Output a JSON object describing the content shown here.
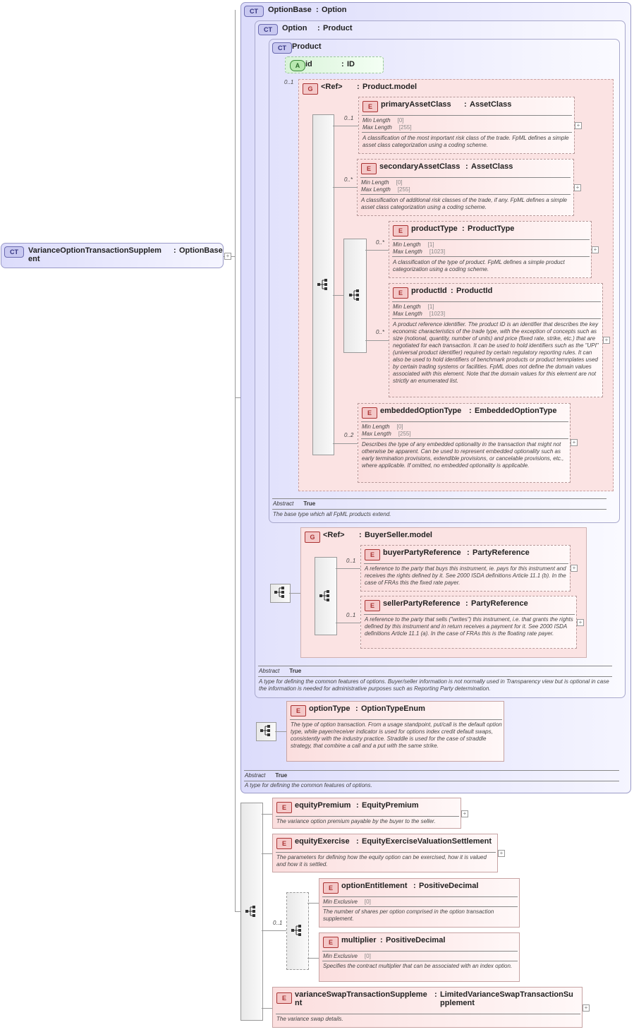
{
  "root": {
    "badge": "CT",
    "name": "VarianceOptionTransactionSupplem\nent",
    "sep": ":",
    "type": "OptionBase"
  },
  "optionBase": {
    "badge": "CT",
    "name": "OptionBase",
    "sep": ":",
    "type": "Option",
    "abstract_label": "Abstract",
    "abstract_value": "True",
    "doc": "A type for defining the common features of options."
  },
  "option": {
    "badge": "CT",
    "name": "Option",
    "sep": ":",
    "type": "Product",
    "abstract_label": "Abstract",
    "abstract_value": "True",
    "doc": "A type for defining the common features of options. Buyer/seller information is not normally used in Transparency view but is optional in case the information is needed for administrative purposes such as Reporting Party determination."
  },
  "product": {
    "badge": "CT",
    "name": "Product",
    "abstract_label": "Abstract",
    "abstract_value": "True",
    "doc": "The base type which all FpML products extend."
  },
  "idAttr": {
    "badge": "A",
    "name": "id",
    "sep": ":",
    "type": "ID"
  },
  "productModel": {
    "badge": "G",
    "name": "<Ref>",
    "sep": ":",
    "type": "Product.model",
    "card": "0..1"
  },
  "primaryAssetClass": {
    "badge": "E",
    "name": "primaryAssetClass",
    "sep": ":",
    "type": "AssetClass",
    "card": "0..1",
    "facet1_label": "Min Length",
    "facet1_value": "[0]",
    "facet2_label": "Max Length",
    "facet2_value": "[255]",
    "doc": "A classification of the most important risk class of the trade. FpML defines a simple asset class categorization using a coding scheme."
  },
  "secondaryAssetClass": {
    "badge": "E",
    "name": "secondaryAssetClass",
    "sep": ":",
    "type": "AssetClass",
    "card": "0..*",
    "facet1_label": "Min Length",
    "facet1_value": "[0]",
    "facet2_label": "Max Length",
    "facet2_value": "[255]",
    "doc": "A classification of additional risk classes of the trade, if any. FpML defines a simple asset class categorization using a coding scheme."
  },
  "productType": {
    "badge": "E",
    "name": "productType",
    "sep": ":",
    "type": "ProductType",
    "card": "0..*",
    "facet1_label": "Min Length",
    "facet1_value": "[1]",
    "facet2_label": "Max Length",
    "facet2_value": "[1023]",
    "doc": "A classification of the type of product. FpML defines a simple product categorization using a coding scheme."
  },
  "productId": {
    "badge": "E",
    "name": "productId",
    "sep": ":",
    "type": "ProductId",
    "card": "0..*",
    "facet1_label": "Min Length",
    "facet1_value": "[1]",
    "facet2_label": "Max Length",
    "facet2_value": "[1023]",
    "doc": "A product reference identifier. The product ID is an identifier that describes the key economic characteristics of the trade type, with the exception of concepts such as size (notional, quantity, number of units) and price (fixed rate, strike, etc.) that are negotiated for each transaction. It can be used to hold identifiers such as the \"UPI\" (universal product identifier) required by certain regulatory reporting rules. It can also be used to hold identifiers of benchmark products or product temnplates used by certain trading systems or facilities. FpML does not define the domain values associated with this element. Note that the domain values for this element are not strictly an enumerated list."
  },
  "embeddedOptionType": {
    "badge": "E",
    "name": "embeddedOptionType",
    "sep": ":",
    "type": "EmbeddedOptionType",
    "card": "0..2",
    "facet1_label": "Min Length",
    "facet1_value": "[0]",
    "facet2_label": "Max Length",
    "facet2_value": "[255]",
    "doc": "Describes the type of any embedded optionality in the transaction that might not otherwise be apparent. Can be used to represent embedded optionality such as early termination provisions, extendible provisions, or cancelable provisions, etc., where applicable. If omitted, no embedded optionality is applicable."
  },
  "buyerSellerModel": {
    "badge": "G",
    "name": "<Ref>",
    "sep": ":",
    "type": "BuyerSeller.model"
  },
  "buyerPartyReference": {
    "badge": "E",
    "name": "buyerPartyReference",
    "sep": ":",
    "type": "PartyReference",
    "card": "0..1",
    "doc": "A reference to the party that buys this instrument, ie. pays for this instrument and receives the rights defined by it. See 2000 ISDA definitions Article 11.1 (b). In the case of FRAs this the fixed rate payer."
  },
  "sellerPartyReference": {
    "badge": "E",
    "name": "sellerPartyReference",
    "sep": ":",
    "type": "PartyReference",
    "card": "0..1",
    "doc": "A reference to the party that sells (\"writes\") this instrument, i.e. that grants the rights defined by this instrument and in return receives a payment for it. See 2000 ISDA definitions Article 11.1 (a). In the case of FRAs this is the floating rate payer."
  },
  "optionType": {
    "badge": "E",
    "name": "optionType",
    "sep": ":",
    "type": "OptionTypeEnum",
    "doc": "The type of option transaction. From a usage standpoint, put/call is the default option type, while payer/receiver indicator is used for options index credit default swaps, consistently with the industry practice. Straddle is used for the case of straddle strategy, that combine a call and a put with the same strike."
  },
  "equityPremium": {
    "badge": "E",
    "name": "equityPremium",
    "sep": ":",
    "type": "EquityPremium",
    "doc": "The variance option premium payable by the buyer to the seller."
  },
  "equityExercise": {
    "badge": "E",
    "name": "equityExercise",
    "sep": ":",
    "type": "EquityExerciseValuationSettlement",
    "doc": "The parameters for defining how the equity option can be exercised, how it is valued and how it is settled."
  },
  "choiceCard": "0..1",
  "optionEntitlement": {
    "badge": "E",
    "name": "optionEntitlement",
    "sep": ":",
    "type": "PositiveDecimal",
    "facet1_label": "Min Exclusive",
    "facet1_value": "[0]",
    "doc": "The number of shares per option comprised in the option transaction supplement."
  },
  "multiplier": {
    "badge": "E",
    "name": "multiplier",
    "sep": ":",
    "type": "PositiveDecimal",
    "facet1_label": "Min Exclusive",
    "facet1_value": "[0]",
    "doc": "Specifies the contract multiplier that can be associated with an index option."
  },
  "varianceSwapTransactionSupplement": {
    "badge": "E",
    "name": "varianceSwapTransactionSuppleme\nnt",
    "sep": ":",
    "type": "LimitedVarianceSwapTransactionSu\npplement",
    "doc": "The variance swap details."
  }
}
